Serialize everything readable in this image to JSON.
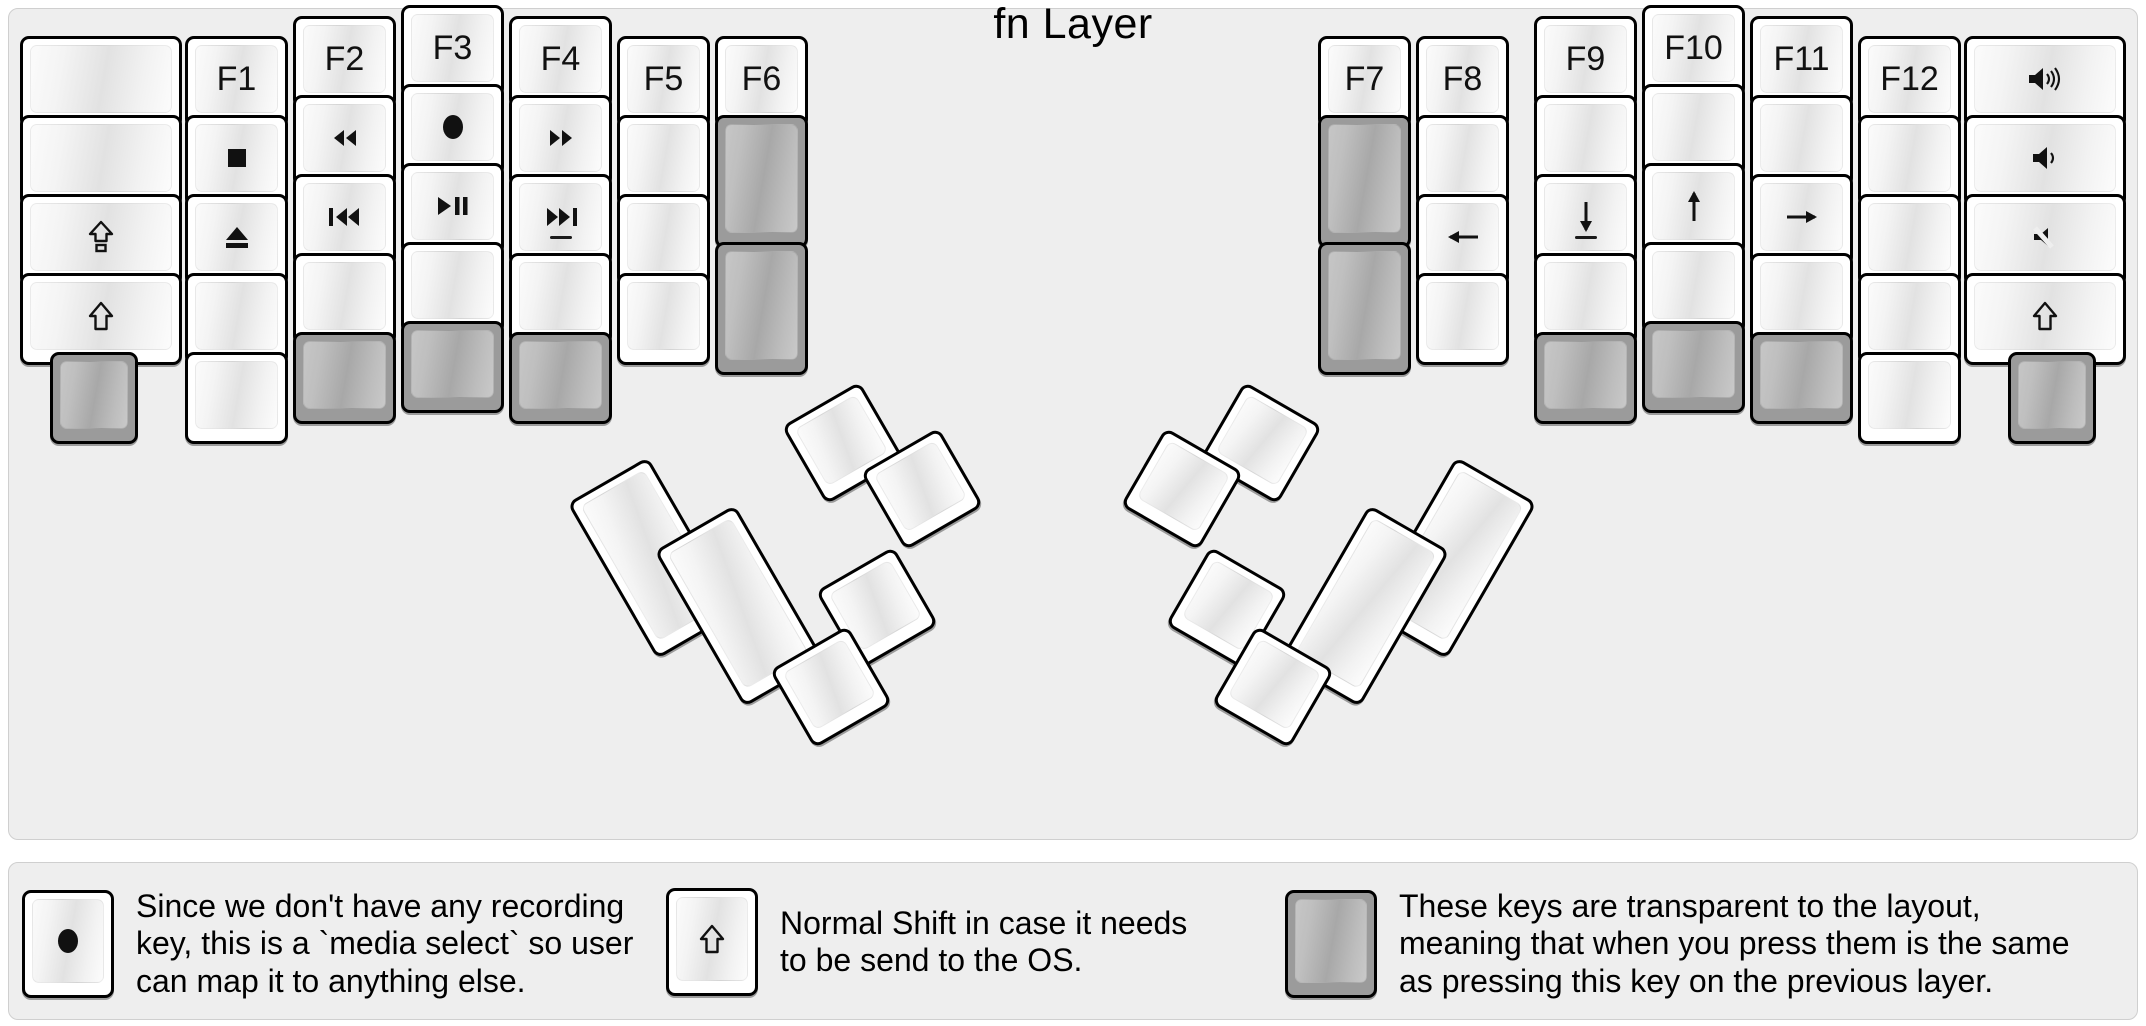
{
  "title": "fn Layer",
  "colors": {
    "background": "#eeeeee",
    "key_face": "#ffffff",
    "key_transparent": "#9b9b9b",
    "outline": "#000000",
    "text": "#111111"
  },
  "keyboard": {
    "left_half": {
      "columns": [
        {
          "name": "col-pinky-outer",
          "keys": [
            {
              "label": "",
              "icon": "",
              "type": "normal"
            },
            {
              "label": "",
              "icon": "",
              "type": "normal"
            },
            {
              "label": "",
              "icon": "caps-lock-shift",
              "type": "normal"
            },
            {
              "label": "",
              "icon": "shift-arrow",
              "type": "normal"
            },
            {
              "label": "",
              "icon": "",
              "type": "transparent"
            }
          ]
        },
        {
          "name": "col-pinky",
          "keys": [
            {
              "label": "F1",
              "icon": "",
              "type": "normal"
            },
            {
              "label": "",
              "icon": "media-stop",
              "type": "normal"
            },
            {
              "label": "",
              "icon": "media-eject",
              "type": "normal"
            },
            {
              "label": "",
              "icon": "",
              "type": "normal"
            },
            {
              "label": "",
              "icon": "",
              "type": "normal"
            }
          ]
        },
        {
          "name": "col-ring",
          "keys": [
            {
              "label": "F2",
              "icon": "",
              "type": "normal"
            },
            {
              "label": "",
              "icon": "media-rewind",
              "type": "normal"
            },
            {
              "label": "",
              "icon": "media-prev-track",
              "type": "normal"
            },
            {
              "label": "",
              "icon": "",
              "type": "normal"
            },
            {
              "label": "",
              "icon": "",
              "type": "transparent"
            }
          ]
        },
        {
          "name": "col-middle",
          "keys": [
            {
              "label": "F3",
              "icon": "",
              "type": "normal"
            },
            {
              "label": "",
              "icon": "media-record",
              "type": "normal"
            },
            {
              "label": "",
              "icon": "media-play-pause",
              "type": "normal"
            },
            {
              "label": "",
              "icon": "",
              "type": "normal"
            },
            {
              "label": "",
              "icon": "",
              "type": "transparent"
            }
          ]
        },
        {
          "name": "col-index",
          "keys": [
            {
              "label": "F4",
              "icon": "",
              "type": "normal"
            },
            {
              "label": "",
              "icon": "media-fast-forward",
              "type": "normal"
            },
            {
              "label": "",
              "icon": "media-next-track",
              "type": "normal",
              "homing": true
            },
            {
              "label": "",
              "icon": "",
              "type": "normal"
            },
            {
              "label": "",
              "icon": "",
              "type": "transparent"
            }
          ]
        },
        {
          "name": "col-index-inner",
          "keys": [
            {
              "label": "F5",
              "icon": "",
              "type": "normal"
            },
            {
              "label": "",
              "icon": "",
              "type": "normal"
            },
            {
              "label": "",
              "icon": "",
              "type": "normal"
            },
            {
              "label": "",
              "icon": "",
              "type": "normal"
            }
          ]
        },
        {
          "name": "col-inner",
          "keys": [
            {
              "label": "F6",
              "icon": "",
              "type": "normal"
            },
            {
              "label": "",
              "icon": "",
              "type": "transparent"
            },
            {
              "label": "",
              "icon": "",
              "type": "transparent"
            }
          ]
        }
      ]
    },
    "right_half": {
      "columns": [
        {
          "name": "col-inner",
          "keys": [
            {
              "label": "F7",
              "icon": "",
              "type": "normal"
            },
            {
              "label": "",
              "icon": "",
              "type": "transparent"
            },
            {
              "label": "",
              "icon": "",
              "type": "transparent"
            }
          ]
        },
        {
          "name": "col-index-inner",
          "keys": [
            {
              "label": "F8",
              "icon": "",
              "type": "normal"
            },
            {
              "label": "",
              "icon": "",
              "type": "normal"
            },
            {
              "label": "",
              "icon": "arrow-left",
              "type": "normal"
            },
            {
              "label": "",
              "icon": "",
              "type": "normal"
            }
          ]
        },
        {
          "name": "col-index",
          "keys": [
            {
              "label": "F9",
              "icon": "",
              "type": "normal"
            },
            {
              "label": "",
              "icon": "",
              "type": "normal"
            },
            {
              "label": "",
              "icon": "arrow-down",
              "type": "normal",
              "homing": true
            },
            {
              "label": "",
              "icon": "",
              "type": "normal"
            },
            {
              "label": "",
              "icon": "",
              "type": "transparent"
            }
          ]
        },
        {
          "name": "col-middle",
          "keys": [
            {
              "label": "F10",
              "icon": "",
              "type": "normal"
            },
            {
              "label": "",
              "icon": "",
              "type": "normal"
            },
            {
              "label": "",
              "icon": "arrow-up",
              "type": "normal"
            },
            {
              "label": "",
              "icon": "",
              "type": "normal"
            },
            {
              "label": "",
              "icon": "",
              "type": "transparent"
            }
          ]
        },
        {
          "name": "col-ring",
          "keys": [
            {
              "label": "F11",
              "icon": "",
              "type": "normal"
            },
            {
              "label": "",
              "icon": "",
              "type": "normal"
            },
            {
              "label": "",
              "icon": "arrow-right",
              "type": "normal"
            },
            {
              "label": "",
              "icon": "",
              "type": "normal"
            },
            {
              "label": "",
              "icon": "",
              "type": "transparent"
            }
          ]
        },
        {
          "name": "col-pinky",
          "keys": [
            {
              "label": "F12",
              "icon": "",
              "type": "normal"
            },
            {
              "label": "",
              "icon": "",
              "type": "normal"
            },
            {
              "label": "",
              "icon": "",
              "type": "normal"
            },
            {
              "label": "",
              "icon": "",
              "type": "normal"
            },
            {
              "label": "",
              "icon": "",
              "type": "normal"
            }
          ]
        },
        {
          "name": "col-pinky-outer",
          "keys": [
            {
              "label": "",
              "icon": "volume-up",
              "type": "normal"
            },
            {
              "label": "",
              "icon": "volume-down",
              "type": "normal"
            },
            {
              "label": "",
              "icon": "volume-mute",
              "type": "normal"
            },
            {
              "label": "",
              "icon": "shift-arrow",
              "type": "normal"
            },
            {
              "label": "",
              "icon": "",
              "type": "transparent"
            }
          ]
        }
      ]
    },
    "left_thumb_cluster": {
      "name": "left-thumb-cluster",
      "keys": [
        {
          "size": "2u",
          "type": "normal",
          "label": "",
          "icon": ""
        },
        {
          "size": "2u",
          "type": "normal",
          "label": "",
          "icon": ""
        },
        {
          "size": "1u",
          "type": "normal",
          "label": "",
          "icon": ""
        },
        {
          "size": "1u",
          "type": "normal",
          "label": "",
          "icon": ""
        },
        {
          "size": "1u",
          "type": "normal",
          "label": "",
          "icon": ""
        },
        {
          "size": "1u",
          "type": "normal",
          "label": "",
          "icon": ""
        }
      ]
    },
    "right_thumb_cluster": {
      "name": "right-thumb-cluster",
      "keys": [
        {
          "size": "2u",
          "type": "normal",
          "label": "",
          "icon": ""
        },
        {
          "size": "2u",
          "type": "normal",
          "label": "",
          "icon": ""
        },
        {
          "size": "1u",
          "type": "normal",
          "label": "",
          "icon": ""
        },
        {
          "size": "1u",
          "type": "normal",
          "label": "",
          "icon": ""
        },
        {
          "size": "1u",
          "type": "normal",
          "label": "",
          "icon": ""
        },
        {
          "size": "1u",
          "type": "normal",
          "label": "",
          "icon": ""
        }
      ]
    }
  },
  "legend_items": [
    {
      "key_icon": "media-record",
      "key_type": "normal",
      "lines": [
        "Since we don't have any recording",
        "key, this is a `media select` so user",
        "can map it to anything else."
      ]
    },
    {
      "key_icon": "shift-arrow",
      "key_type": "normal",
      "lines": [
        "Normal Shift in case it needs",
        "to be send to the OS."
      ]
    },
    {
      "key_icon": "",
      "key_type": "transparent",
      "lines": [
        "These keys are transparent to the layout,",
        "meaning that when you press them is the same",
        "as pressing this key on the previous layer."
      ]
    }
  ]
}
